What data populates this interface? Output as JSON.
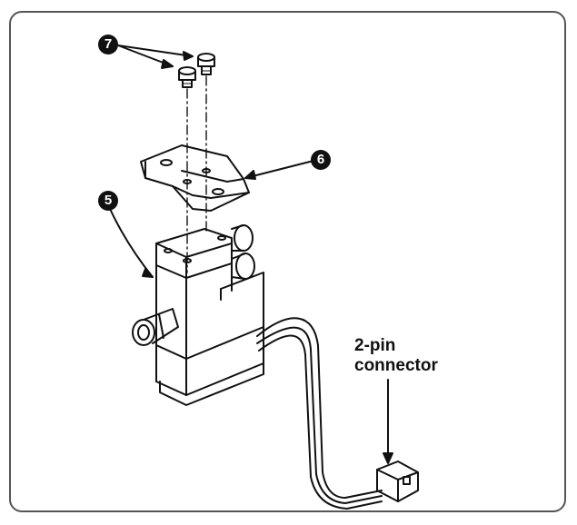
{
  "callouts": {
    "screws": "7",
    "bracket": "6",
    "valve": "5"
  },
  "connector_label": {
    "line1": "2-pin",
    "line2": "connector"
  },
  "colors": {
    "ink": "#111111",
    "frame": "#555555",
    "background": "#ffffff"
  }
}
